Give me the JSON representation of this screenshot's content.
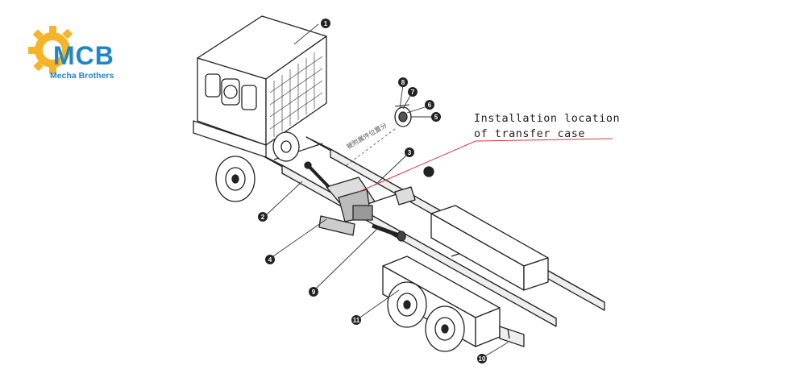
{
  "logo": {
    "brand": "MCB",
    "tagline": "Mecha Brothers",
    "colors": {
      "gear": "#f5b52a",
      "text": "#1f86c8"
    }
  },
  "callout": {
    "line1": "Installation location",
    "line2": "of transfer case",
    "leader_color": "#d9363e"
  },
  "diagram": {
    "chinese_label": "被附属件位置分",
    "part_numbers": [
      "1",
      "2",
      "3",
      "4",
      "5",
      "6",
      "7",
      "8",
      "9",
      "10",
      "11"
    ]
  }
}
